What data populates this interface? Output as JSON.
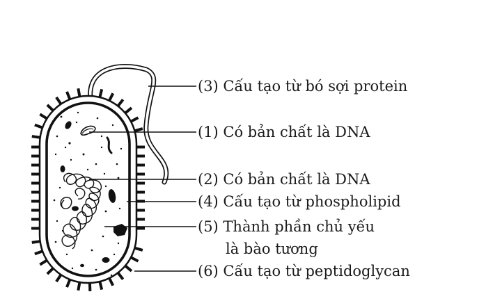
{
  "labels": [
    {
      "id": "flagellum",
      "text": "(3) Cấu tạo từ bó sợi protein"
    },
    {
      "id": "plasmid",
      "text": "(1) Có bản chất là DNA"
    },
    {
      "id": "nucleoid",
      "text": "(2) Có bản chất là DNA"
    },
    {
      "id": "membrane",
      "text": "(4) Cấu tạo từ phospholipid"
    },
    {
      "id": "cytoplasm",
      "text": "(5) Thành phần chủ yếu"
    },
    {
      "id": "cytoplasm_line2",
      "text": "là bào tương"
    },
    {
      "id": "cell_wall",
      "text": "(6) Cấu tạo từ peptidoglycan"
    }
  ]
}
